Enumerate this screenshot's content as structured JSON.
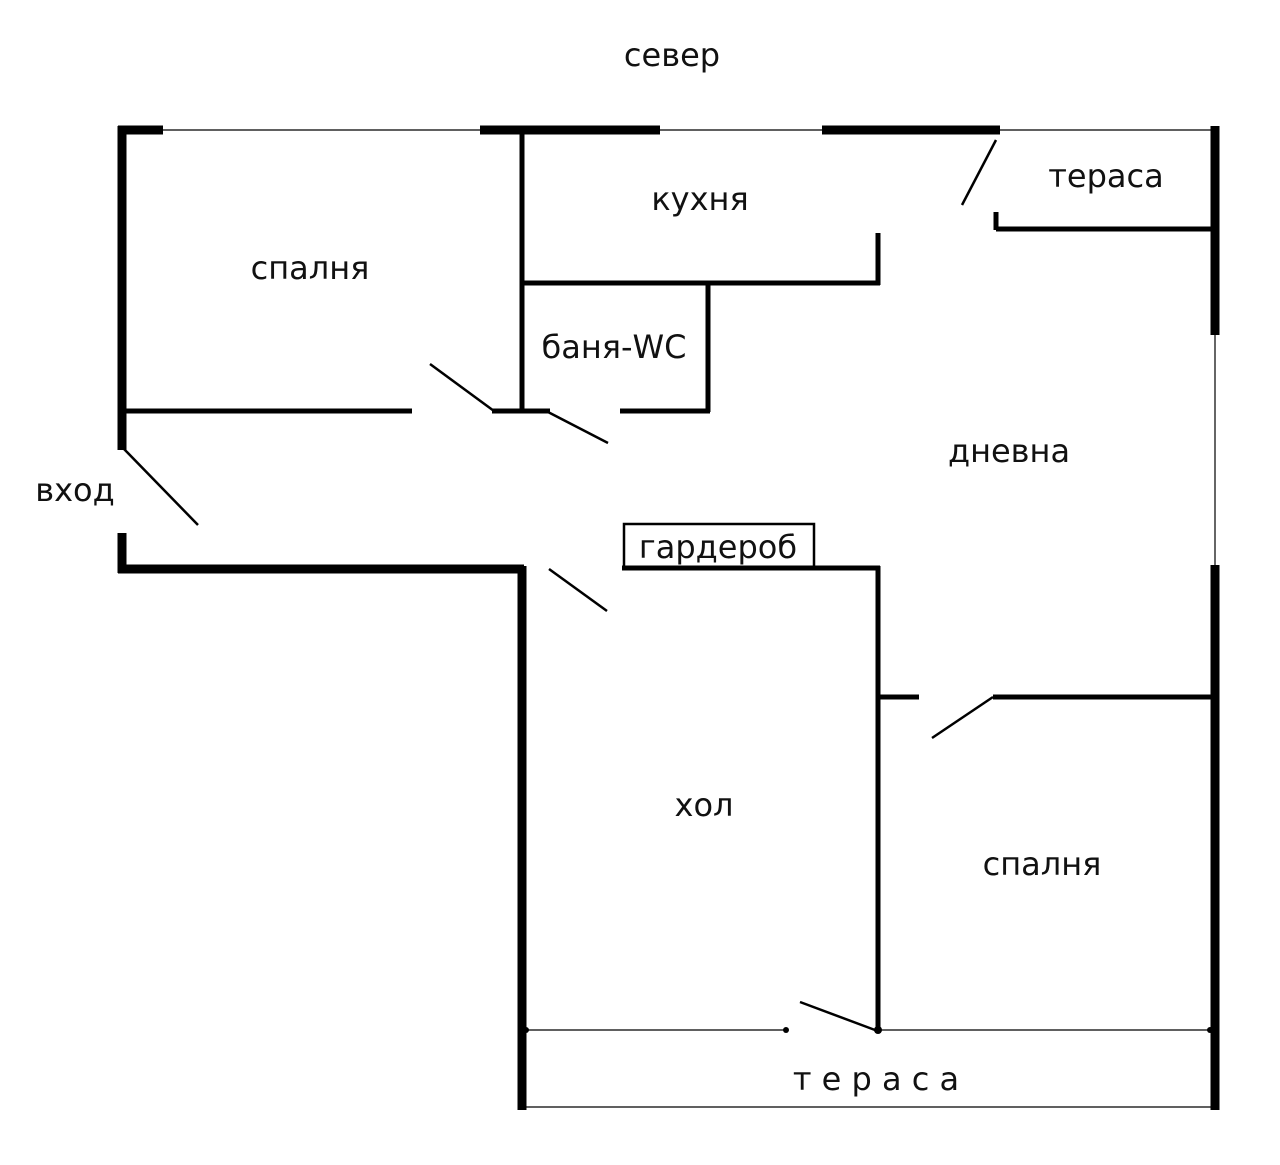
{
  "orientation_label": "север",
  "colors": {
    "line": "#000000",
    "background": "#ffffff",
    "text": "#111111"
  },
  "rooms": {
    "bedroom_north": "спалня",
    "kitchen": "кухня",
    "terrace_north": "тераса",
    "bathroom": "баня-WC",
    "living_room": "дневна",
    "entrance": "вход",
    "wardrobe": "гардероб",
    "hall": "хол",
    "bedroom_south": "спалня",
    "terrace_south": "т е р а с а"
  }
}
